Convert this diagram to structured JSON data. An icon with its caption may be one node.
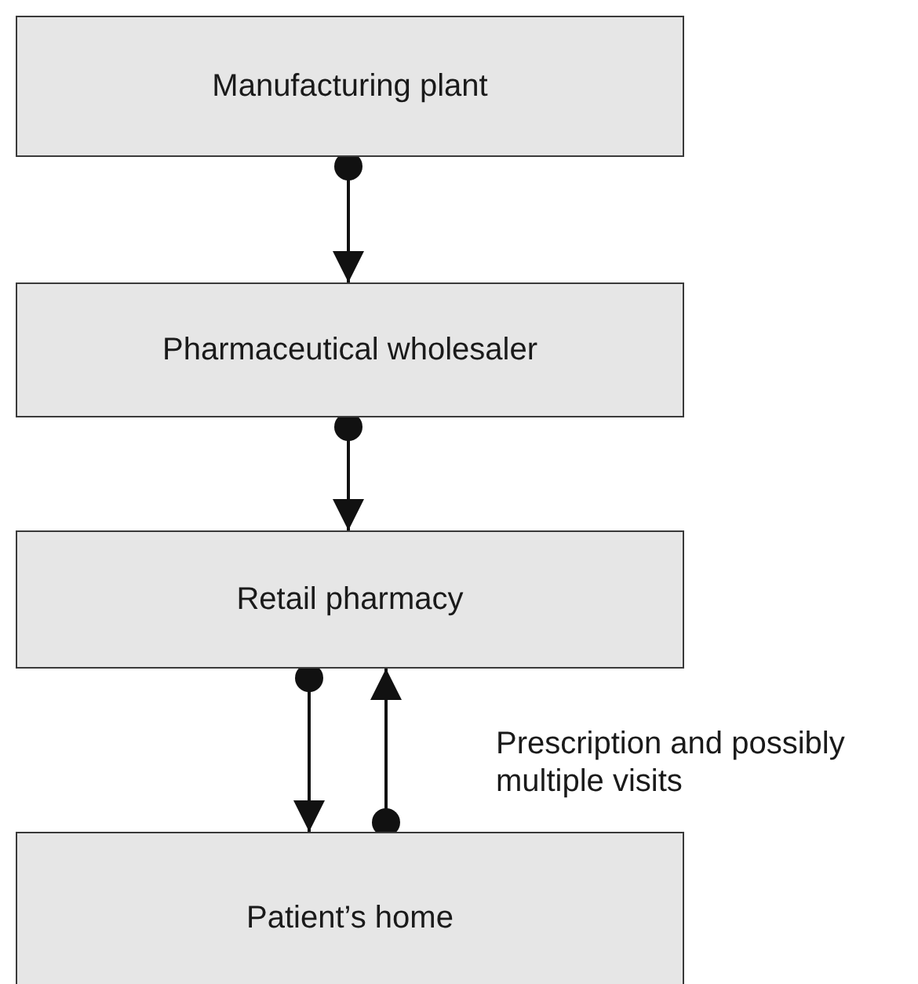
{
  "diagram": {
    "nodes": [
      {
        "text": [
          "Manufacturing plant"
        ]
      },
      {
        "text": [
          "Pharmaceutical wholesaler"
        ]
      },
      {
        "text": [
          "Retail pharmacy"
        ]
      },
      {
        "text": [
          "Patient’s home"
        ]
      }
    ],
    "edges": [
      {
        "from": 0,
        "to": 1,
        "arrow": "to"
      },
      {
        "from": 1,
        "to": 2,
        "arrow": "to"
      },
      {
        "from": 2,
        "to": 3,
        "arrow": "to"
      },
      {
        "from": 3,
        "to": 2,
        "arrow": "to"
      }
    ],
    "labels": [
      "Prescription and possibly multiple visits"
    ]
  }
}
